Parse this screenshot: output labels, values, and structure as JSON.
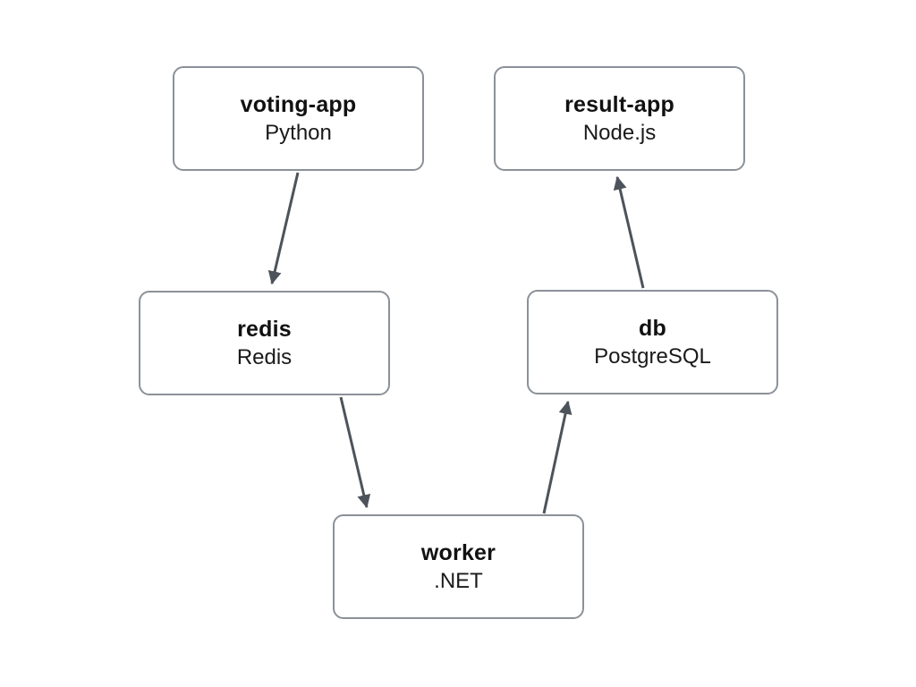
{
  "diagram": {
    "title": "voting app architecture diagram",
    "colors": {
      "background": "#ffffff",
      "node_border": "#8b9198",
      "node_fill": "#ffffff",
      "arrow": "#4d535b",
      "text": "#111111"
    },
    "nodes": [
      {
        "id": "voting-app",
        "title": "voting-app",
        "subtitle": "Python"
      },
      {
        "id": "result-app",
        "title": "result-app",
        "subtitle": "Node.js"
      },
      {
        "id": "redis",
        "title": "redis",
        "subtitle": "Redis"
      },
      {
        "id": "db",
        "title": "db",
        "subtitle": "PostgreSQL"
      },
      {
        "id": "worker",
        "title": "worker",
        "subtitle": ".NET"
      }
    ],
    "edges": [
      {
        "from": "voting-app",
        "to": "redis"
      },
      {
        "from": "redis",
        "to": "worker"
      },
      {
        "from": "worker",
        "to": "db"
      },
      {
        "from": "db",
        "to": "result-app"
      }
    ]
  }
}
